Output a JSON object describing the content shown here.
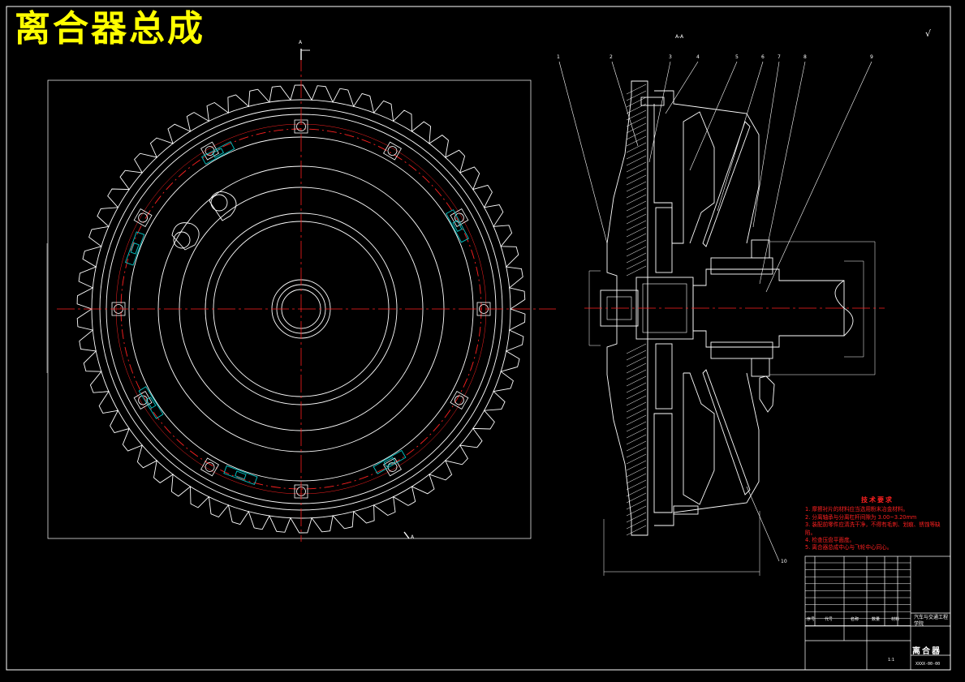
{
  "title": "离合器总成",
  "section_label": "A-A",
  "section_mark_top": "A",
  "section_mark_bottom": "A",
  "roughness_mark": "√",
  "part_callouts": [
    "1",
    "2",
    "3",
    "4",
    "5",
    "6",
    "7",
    "8",
    "9",
    "10"
  ],
  "tech_requirements": {
    "heading": "技术要求",
    "items": [
      "1. 摩擦衬片的材料应当选用粉末冶金材料。",
      "2. 分离轴承与分离杠杆间隙为 3.00~3.20mm",
      "3. 装配前零件应清洗干净，不得有毛刺、划痕、锈蚀等缺陷。",
      "4. 检查压盘平面度。",
      "5. 离合器总成中心与飞轮中心同心。"
    ]
  },
  "title_block": {
    "drawing_name": "离合器",
    "school": "汽车与交通工程学院",
    "drawing_code": "XXXX-00-00",
    "header_row": [
      "序号",
      "代号",
      "名称",
      "数量",
      "材料"
    ],
    "scale": "1:1"
  },
  "colors": {
    "background": "#000000",
    "line": "#ffffff",
    "centerline": "#ff2020",
    "title": "#ffff00",
    "accent": "#00c8c8"
  }
}
